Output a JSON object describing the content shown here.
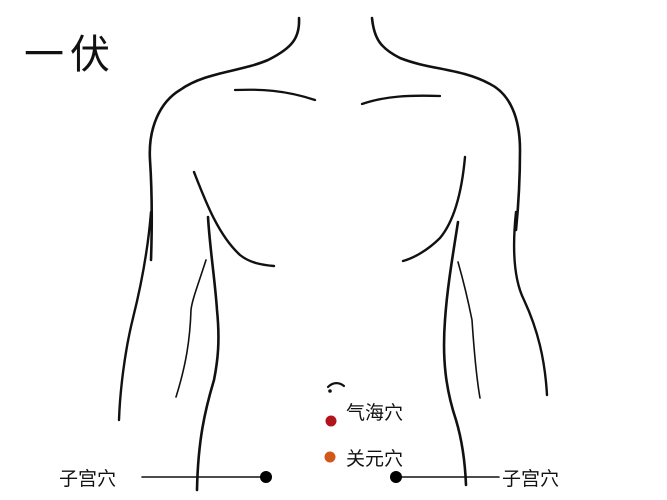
{
  "title": "一伏",
  "colors": {
    "outline": "#111111",
    "qihai_dot": "#b3131b",
    "guanyuan_dot": "#d0581a",
    "zigong_dot": "#000000"
  },
  "points": [
    {
      "id": "qihai",
      "label": "气海穴",
      "color": "#b3131b"
    },
    {
      "id": "guanyuan",
      "label": "关元穴",
      "color": "#d0581a"
    },
    {
      "id": "zigong-left",
      "label": "子宫穴",
      "color": "#000000"
    },
    {
      "id": "zigong-right",
      "label": "子宫穴",
      "color": "#000000"
    }
  ]
}
